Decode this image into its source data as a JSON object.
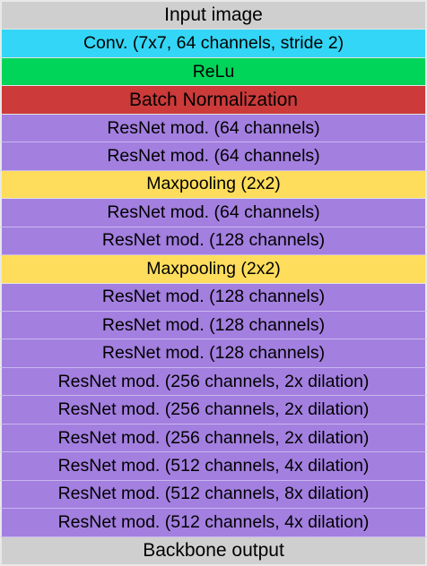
{
  "layers": [
    {
      "label": "Input image",
      "kind": "io"
    },
    {
      "label": "Conv. (7x7, 64 channels, stride 2)",
      "kind": "conv"
    },
    {
      "label": "ReLu",
      "kind": "relu"
    },
    {
      "label": "Batch Normalization",
      "kind": "bn"
    },
    {
      "label": "ResNet mod. (64 channels)",
      "kind": "res"
    },
    {
      "label": "ResNet mod. (64 channels)",
      "kind": "res"
    },
    {
      "label": "Maxpooling (2x2)",
      "kind": "pool"
    },
    {
      "label": "ResNet mod. (64 channels)",
      "kind": "res"
    },
    {
      "label": "ResNet mod. (128 channels)",
      "kind": "res"
    },
    {
      "label": "Maxpooling (2x2)",
      "kind": "pool"
    },
    {
      "label": "ResNet mod. (128 channels)",
      "kind": "res"
    },
    {
      "label": "ResNet mod. (128 channels)",
      "kind": "res"
    },
    {
      "label": "ResNet mod. (128 channels)",
      "kind": "res"
    },
    {
      "label": "ResNet mod. (256 channels, 2x dilation)",
      "kind": "res"
    },
    {
      "label": "ResNet mod. (256 channels, 2x dilation)",
      "kind": "res"
    },
    {
      "label": "ResNet mod. (256 channels, 2x dilation)",
      "kind": "res"
    },
    {
      "label": "ResNet mod. (512 channels, 4x dilation)",
      "kind": "res"
    },
    {
      "label": "ResNet mod. (512 channels, 8x dilation)",
      "kind": "res"
    },
    {
      "label": "ResNet mod. (512 channels, 4x dilation)",
      "kind": "res"
    },
    {
      "label": "Backbone output",
      "kind": "io"
    }
  ],
  "colors": {
    "io": "#cfcfcf",
    "conv": "#33d6f6",
    "relu": "#00d55a",
    "bn": "#cc3a3a",
    "pool": "#ffdd5c",
    "res": "#a37fe0"
  }
}
